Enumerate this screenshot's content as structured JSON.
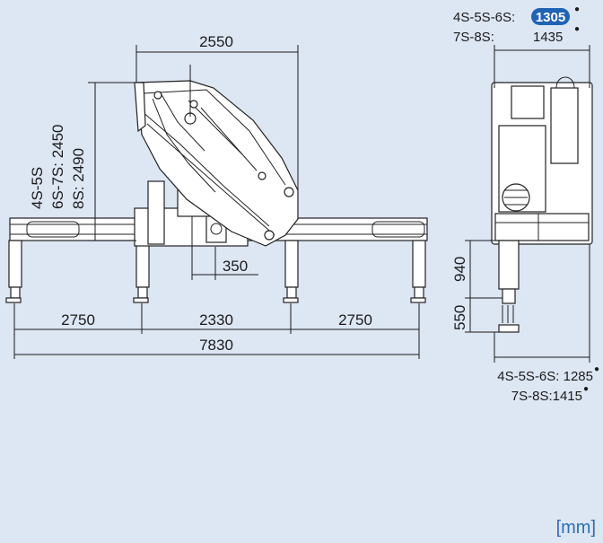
{
  "dimensions": {
    "top_width": "2550",
    "height_label_1": "4S-5S",
    "height_label_2": "6S-7S: 2450",
    "height_label_3": "8S: 2490",
    "column_offset": "350",
    "span_left": "2750",
    "span_center": "2330",
    "span_right": "2750",
    "total_span": "7830",
    "leg_upper": "940",
    "leg_lower": "550"
  },
  "side_view": {
    "top_label_1": "4S-5S-6S:",
    "top_value_1": "1305",
    "top_label_2": "7S-8S:",
    "top_value_2": "1435",
    "bottom_line_1": "4S-5S-6S: 1285",
    "bottom_line_2": "7S-8S:1415"
  },
  "unit_label": "[mm]",
  "colors": {
    "background": "#dde6f3",
    "badge": "#1f63b3",
    "unit": "#2a6fb8",
    "line": "#1b1b1b"
  }
}
